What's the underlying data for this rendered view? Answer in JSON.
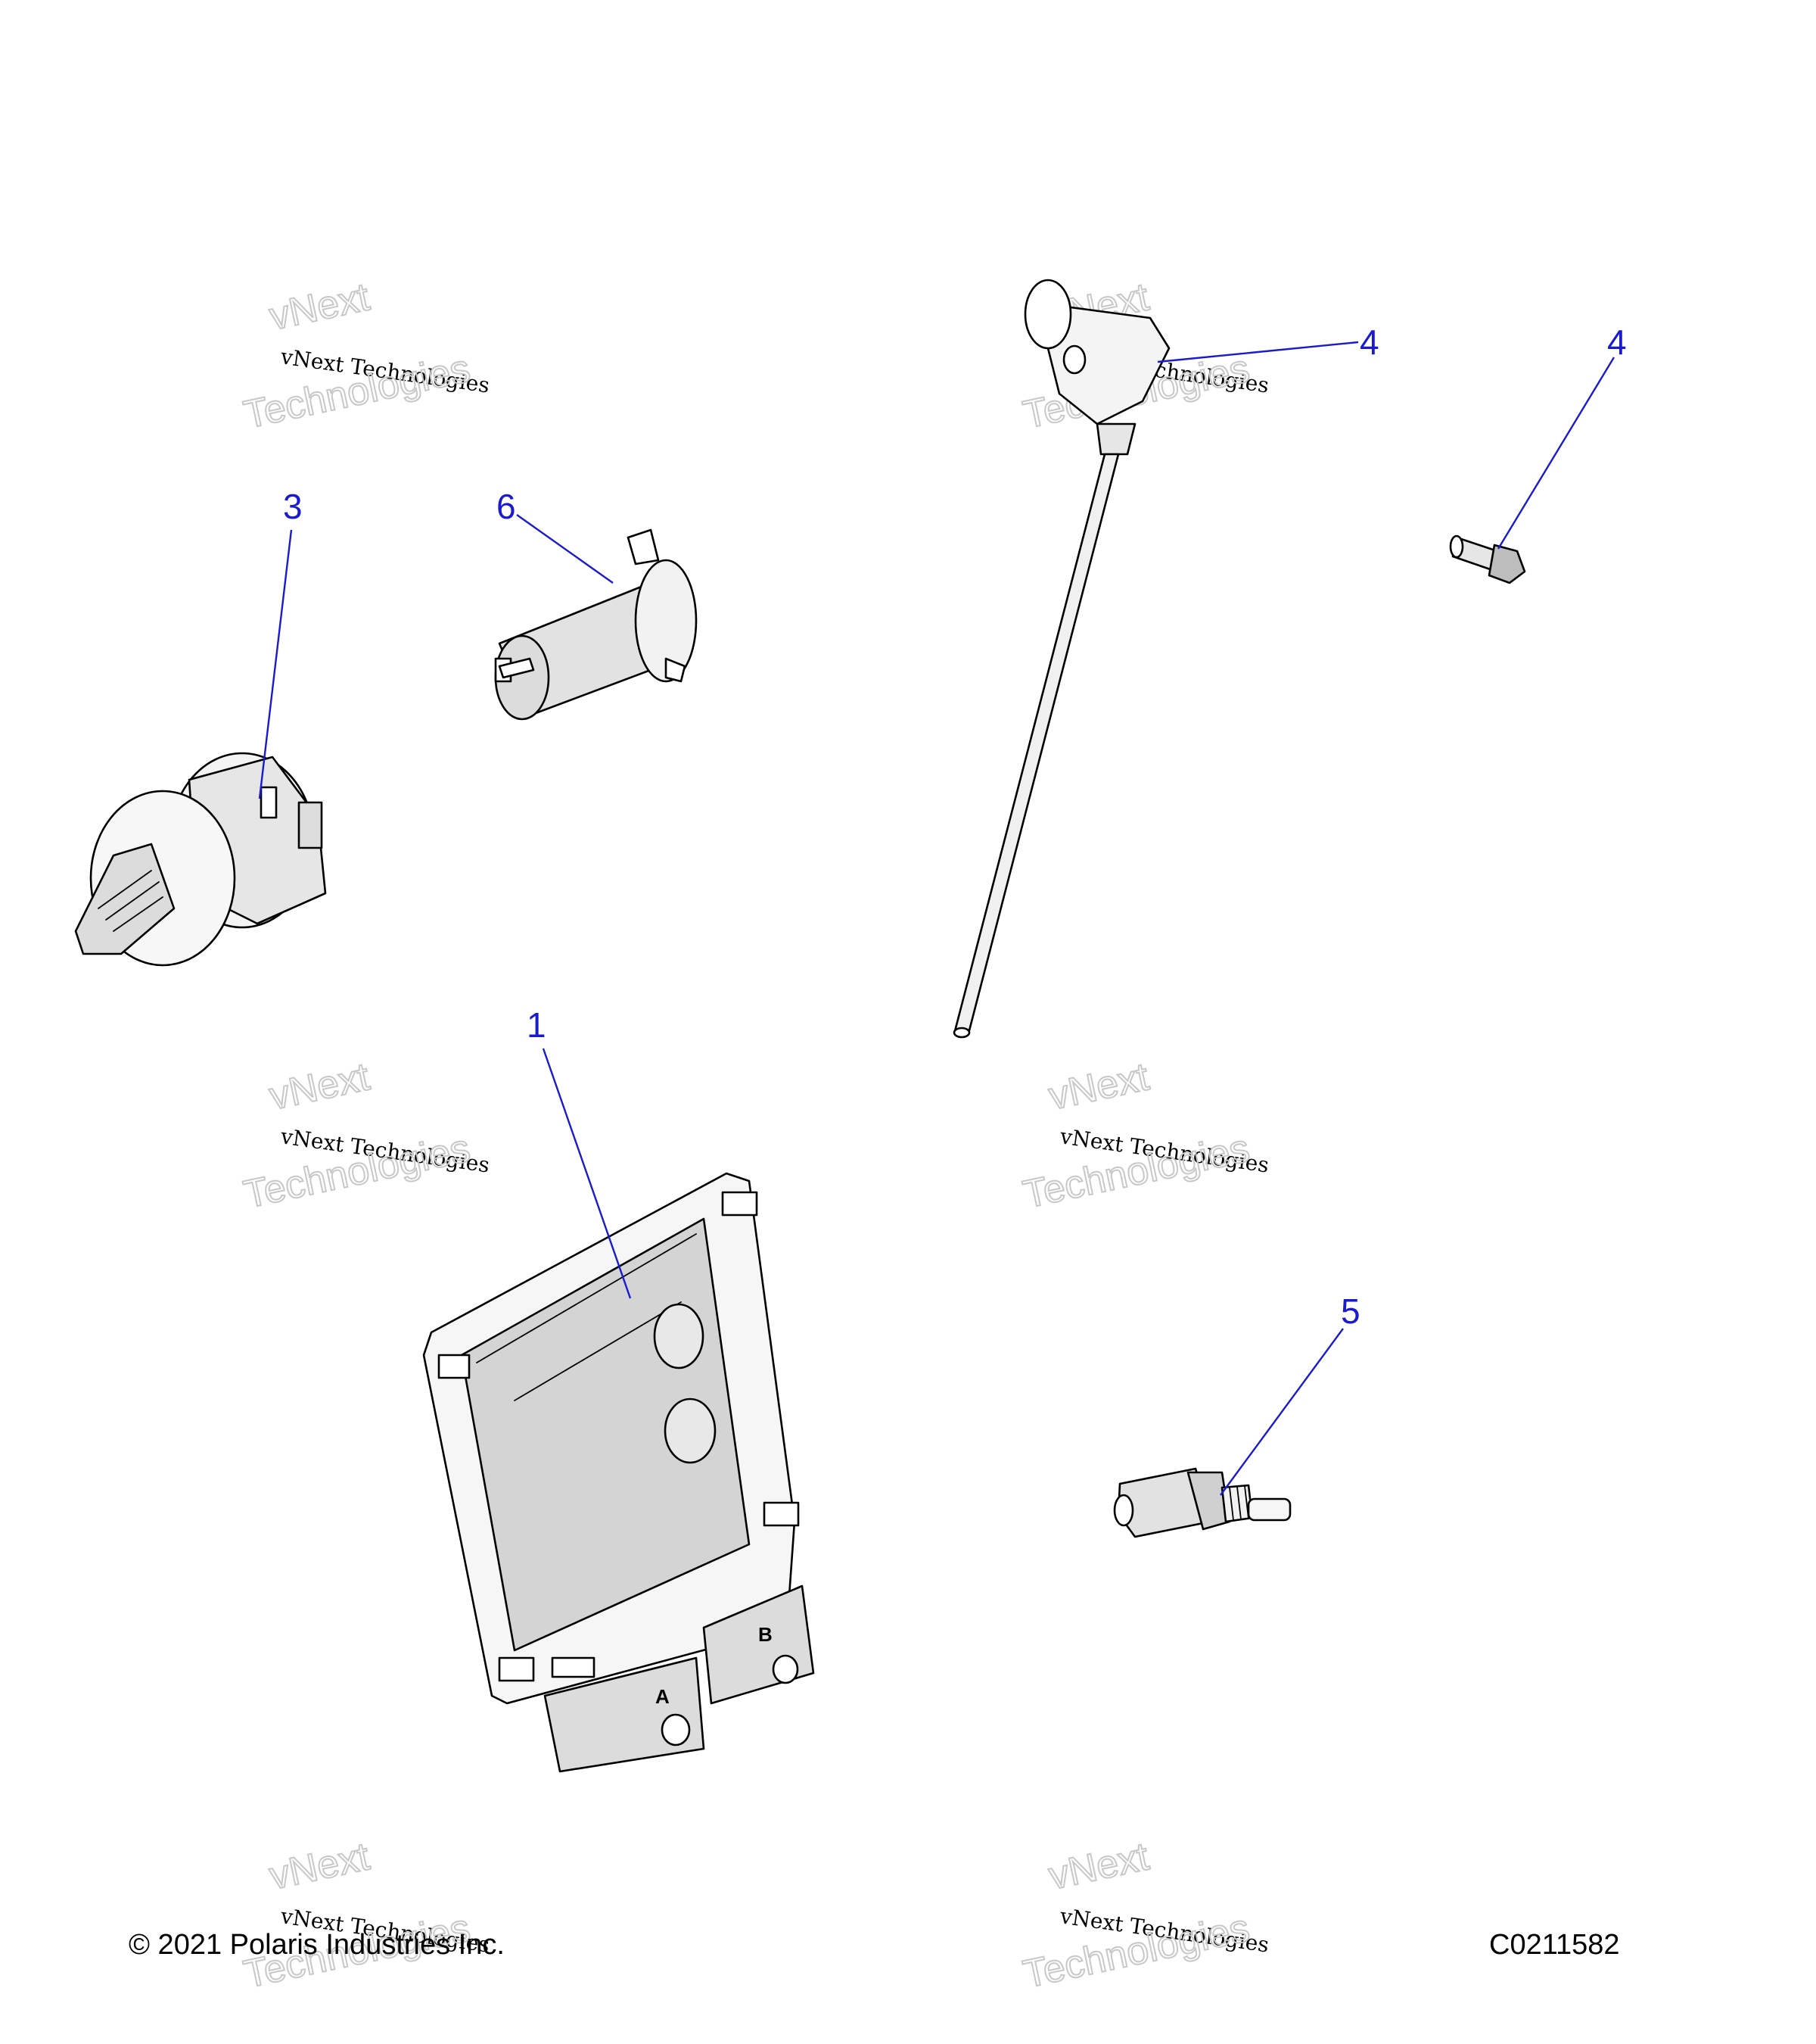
{
  "callouts": [
    {
      "label": "1"
    },
    {
      "label": "3"
    },
    {
      "label": "4"
    },
    {
      "label": "4"
    },
    {
      "label": "5"
    },
    {
      "label": "6"
    }
  ],
  "watermark": {
    "line": "vNext Technologies",
    "big_top": "vNext",
    "big_bottom": "Technologies"
  },
  "ecu": {
    "connector_a": "A",
    "connector_b": "B"
  },
  "footer": {
    "copyright": "© 2021 Polaris Industries Inc.",
    "code": "C0211582"
  },
  "colors": {
    "callout": "#1a1ad0",
    "shade": "#d8d8d8",
    "highlight": "#f4f4f4"
  }
}
